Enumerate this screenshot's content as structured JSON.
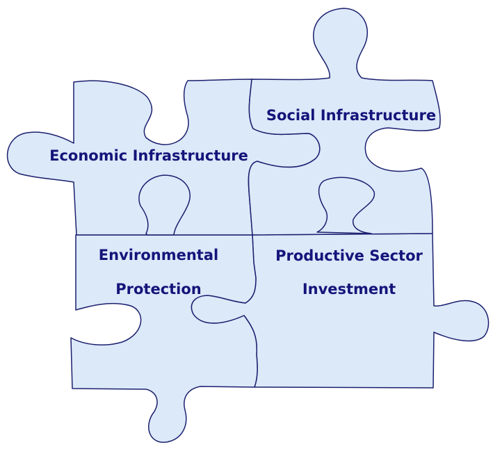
{
  "diagram": {
    "pieces": [
      {
        "id": "economic",
        "lines": [
          "Economic Infrastructure"
        ]
      },
      {
        "id": "social",
        "lines": [
          "Social Infrastructure"
        ]
      },
      {
        "id": "environmental",
        "lines": [
          "Environmental",
          "Protection"
        ]
      },
      {
        "id": "productive",
        "lines": [
          "Productive Sector",
          "Investment"
        ]
      }
    ],
    "colors": {
      "piece_fill": "#dbe9f9",
      "piece_outline": "#1b1f6e",
      "label_text": "#14147a"
    }
  }
}
